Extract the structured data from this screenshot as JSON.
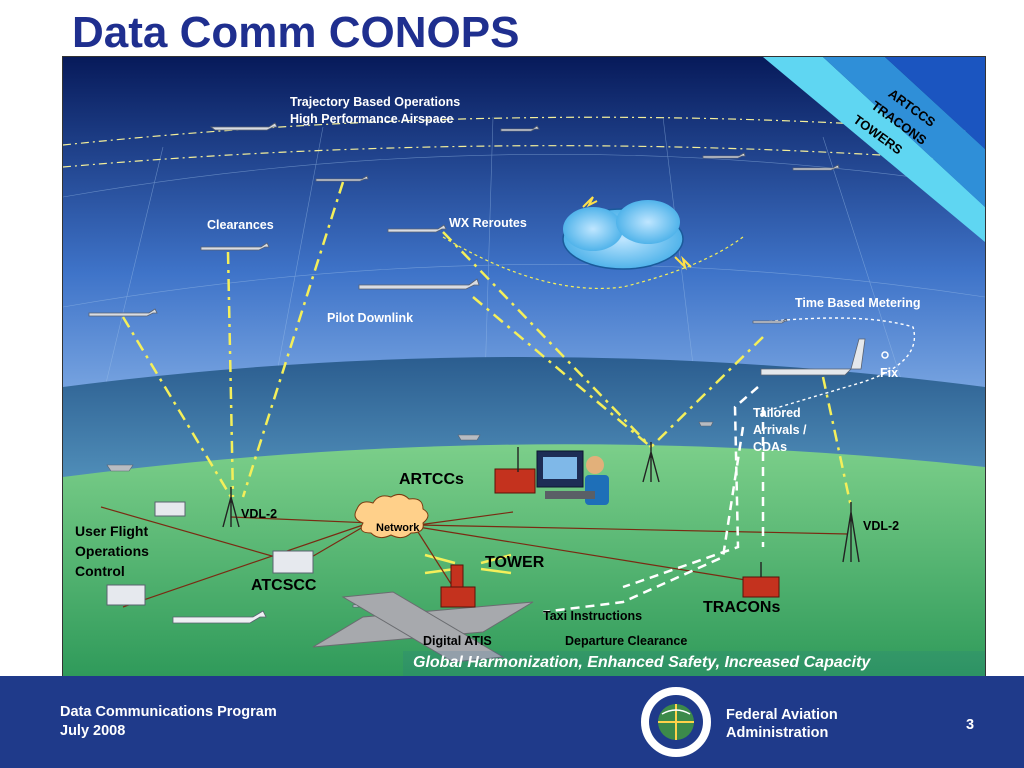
{
  "title": "Data Comm CONOPS",
  "corner_bands": [
    "ARTCCS",
    "TRACONS",
    "TOWERS"
  ],
  "sky_labels": {
    "trajectory_1": "Trajectory Based Operations",
    "trajectory_2": "High Performance Airspace",
    "clearances": "Clearances",
    "wx_reroutes": "WX Reroutes",
    "pilot_downlink": "Pilot Downlink",
    "time_based_metering": "Time Based Metering",
    "fix": "Fix",
    "tailored_1": "Tailored",
    "tailored_2": "Arrivals /",
    "tailored_3": "CDAs"
  },
  "ground_labels": {
    "artccs": "ARTCCs",
    "vdl2_left": "VDL-2",
    "vdl2_right": "VDL-2",
    "network": "Network",
    "user_flight_1": "User Flight",
    "user_flight_2": "Operations",
    "user_flight_3": "Control",
    "atcscc": "ATCSCC",
    "tower": "TOWER",
    "tracons": "TRACONs",
    "taxi_instructions": "Taxi Instructions",
    "digital_atis": "Digital ATIS",
    "departure_clearance": "Departure Clearance"
  },
  "tagline": "Global Harmonization, Enhanced Safety, Increased Capacity",
  "footer": {
    "program": "Data Communications Program",
    "date": "July 2008",
    "agency_1": "Federal Aviation",
    "agency_2": "Administration",
    "page_number": "3"
  },
  "colors": {
    "title": "#1f2f8f",
    "footer_bg": "#1f3a8a",
    "datalink": "#f4ef5a",
    "network_line": "#7a2a12"
  }
}
